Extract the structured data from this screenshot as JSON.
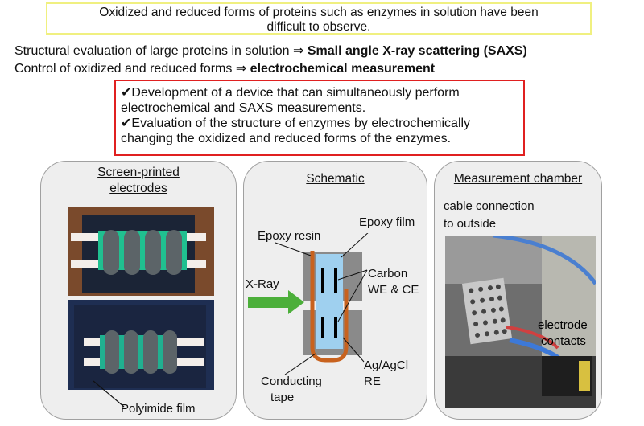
{
  "top_box": {
    "line1": "Oxidized and reduced forms of proteins such as enzymes in solution have been",
    "line2": "difficult to observe."
  },
  "statements": {
    "line1_prefix": "Structural evaluation of large proteins in solution ⇒ ",
    "line1_bold": "Small angle X-ray scattering (SAXS)",
    "line2_prefix": "Control of oxidized and reduced forms ⇒ ",
    "line2_bold": "electrochemical measurement"
  },
  "goals": {
    "check_mark": "✔",
    "goal1_line1": "Development of a device that can simultaneously perform",
    "goal1_line2": "electrochemical and SAXS measurements.",
    "goal2_line1": "Evaluation of the structure of enzymes by electrochemically",
    "goal2_line2": "changing the oxidized and reduced forms of the enzymes."
  },
  "panels": {
    "left": {
      "title_line1": "Screen-printed",
      "title_line2": "electrodes",
      "polyimide_label": "Polyimide film"
    },
    "middle": {
      "title": "Schematic",
      "epoxy_resin": "Epoxy resin",
      "epoxy_film": "Epoxy film",
      "xray": "X-Ray",
      "carbon_line1": "Carbon",
      "carbon_line2": "WE & CE",
      "agcl_line1": "Ag/AgCl",
      "agcl_line2": "RE",
      "conducting_line1": "Conducting",
      "conducting_line2": "tape"
    },
    "right": {
      "title": "Measurement chamber",
      "cable_line1": "cable connection",
      "cable_line2": "to outside",
      "contacts_line1": "electrode",
      "contacts_line2": "contacts"
    }
  },
  "colors": {
    "top_box_border": "#f0f080",
    "goals_border": "#e02020",
    "xray_arrow": "#4caf3a",
    "copper_tape": "#c8621e",
    "solution": "#9fd0ef",
    "electrode_green": "#20c090"
  }
}
